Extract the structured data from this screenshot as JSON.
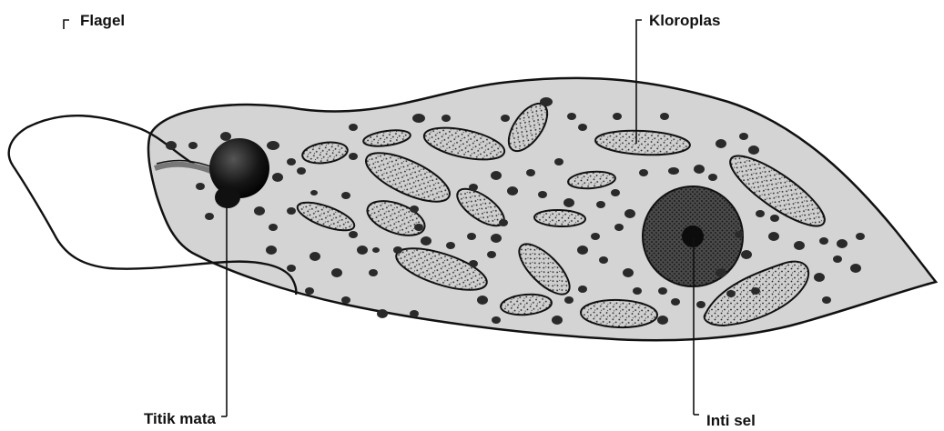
{
  "labels": {
    "flagel": "Flagel",
    "kloroplas": "Kloroplas",
    "titik_mata": "Titik mata",
    "inti_sel": "Inti sel"
  },
  "colors": {
    "cell_fill": "#d3d3d3",
    "outline": "#111111",
    "chloroplast_fill": "#c8c8c8",
    "nucleus_fill": "#3a3a3a",
    "granule": "#2a2a2a",
    "eyespot": "#151515"
  }
}
